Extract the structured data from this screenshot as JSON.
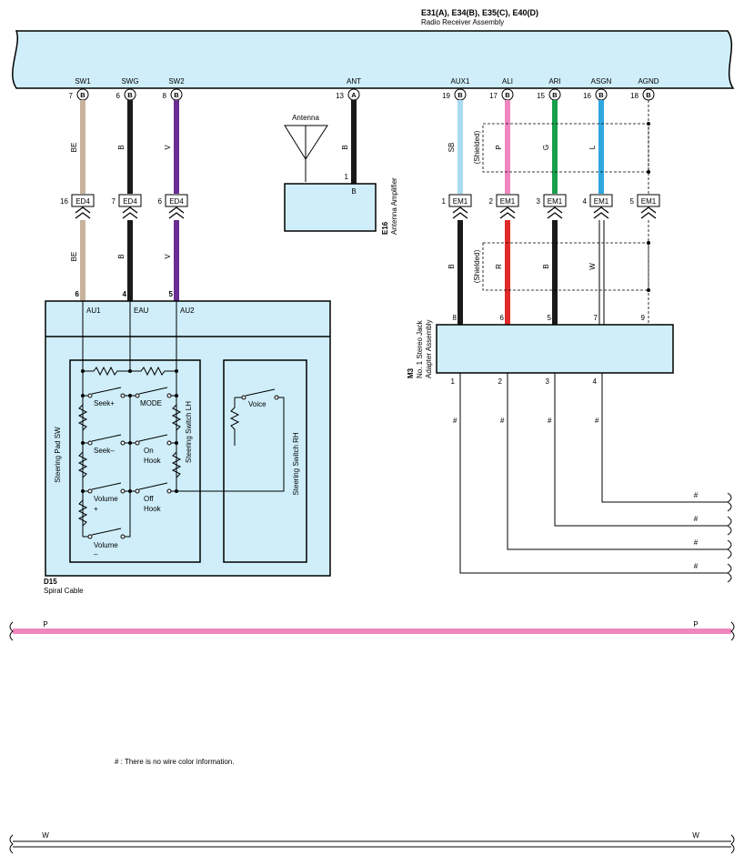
{
  "receiver": {
    "codes": "E31(A), E34(B), E35(C), E40(D)",
    "name": "Radio Receiver Assembly",
    "terminals": [
      {
        "label": "SW1",
        "pin": "7",
        "conn": "B"
      },
      {
        "label": "SWG",
        "pin": "6",
        "conn": "B"
      },
      {
        "label": "SW2",
        "pin": "8",
        "conn": "B"
      },
      {
        "label": "ANT",
        "pin": "13",
        "conn": "A"
      },
      {
        "label": "AUX1",
        "pin": "19",
        "conn": "B"
      },
      {
        "label": "ALI",
        "pin": "17",
        "conn": "B"
      },
      {
        "label": "ARI",
        "pin": "15",
        "conn": "B"
      },
      {
        "label": "ASGN",
        "pin": "16",
        "conn": "B"
      },
      {
        "label": "AGND",
        "pin": "18",
        "conn": "B"
      }
    ]
  },
  "colors": {
    "BE": "#c8b49e",
    "B": "#1a1a1a",
    "V": "#6a2d91",
    "SB": "#a9dcf3",
    "P": "#ef86bf",
    "G": "#17a04b",
    "L": "#2fa8e0",
    "R": "#e02a2a",
    "box_fill": "#cfeefa"
  },
  "wire_labels": {
    "upper_left": [
      "BE",
      "B",
      "V"
    ],
    "ant": "B",
    "upper_right": [
      "SB",
      "P",
      "G",
      "L"
    ],
    "lower_left": [
      "BE",
      "B",
      "V"
    ],
    "lower_right": [
      "B",
      "R",
      "B",
      "W"
    ],
    "shielded": "(Shielded)"
  },
  "antenna": {
    "label": "Antenna",
    "pin": "1",
    "wire": "B",
    "code": "E16",
    "name": "Antenna Amplifier"
  },
  "connectors": {
    "left": [
      {
        "pin": "16",
        "name": "ED4"
      },
      {
        "pin": "7",
        "name": "ED4"
      },
      {
        "pin": "6",
        "name": "ED4"
      }
    ],
    "right": [
      {
        "pin": "1",
        "name": "EM1"
      },
      {
        "pin": "2",
        "name": "EM1"
      },
      {
        "pin": "3",
        "name": "EM1"
      },
      {
        "pin": "4",
        "name": "EM1"
      },
      {
        "pin": "5",
        "name": "EM1"
      }
    ]
  },
  "spiral": {
    "pins": [
      "6",
      "4",
      "5"
    ],
    "terms": [
      "AU1",
      "EAU",
      "AU2"
    ],
    "code": "D15",
    "name": "Spiral Cable",
    "pad_label": "Steering Pad SW",
    "lh_label": "Steering Switch LH",
    "rh_label": "Steering Switch RH",
    "switches": {
      "seek_plus": "Seek+",
      "mode": "MODE",
      "seek_minus": "Seek–",
      "on_hook_1": "On",
      "on_hook_2": "Hook",
      "vol_plus_1": "Volume",
      "vol_plus_2": "+",
      "off_hook_1": "Off",
      "off_hook_2": "Hook",
      "vol_minus_1": "Volume",
      "vol_minus_2": "–",
      "voice": "Voice"
    }
  },
  "stereo_jack": {
    "code": "M3",
    "name1": "No. 1 Stereo Jack",
    "name2": "Adapter Assembly",
    "top_pins": [
      "8",
      "6",
      "5",
      "7",
      "9"
    ],
    "bottom_pins": [
      "1",
      "2",
      "3",
      "4"
    ],
    "hash": "#"
  },
  "buses": {
    "p_label": "P",
    "w_label": "W"
  },
  "footnote": "# : There is no wire color information."
}
